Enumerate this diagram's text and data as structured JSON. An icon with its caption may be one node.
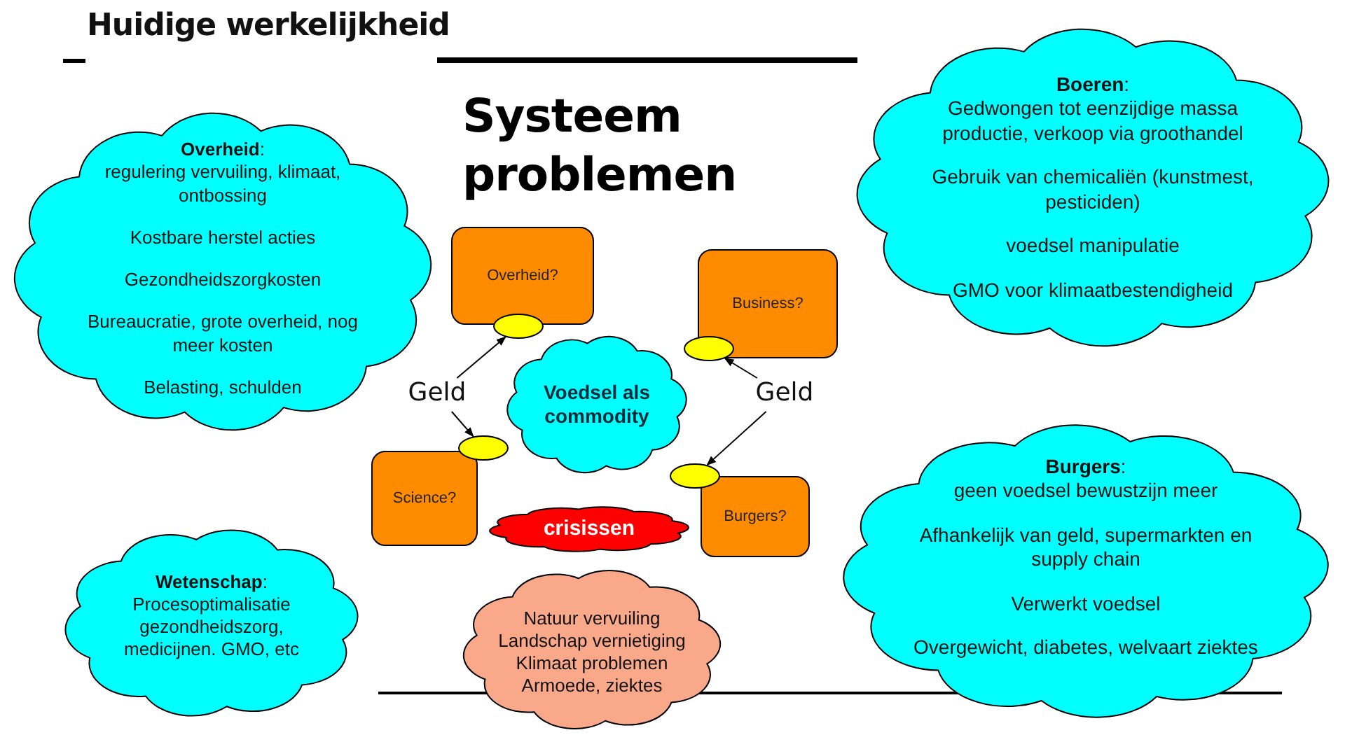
{
  "diagram": {
    "title": "Huidige werkelijkheid",
    "nodes": [
      {
        "text": [
          "**Overheid**:",
          "regulering vervuiling, klimaat, ontbossing",
          "Kostbare herstel acties",
          "Gezondheidszorgkosten",
          "Bureaucratie, grote overheid, nog meer kosten",
          "Belasting, schulden"
        ]
      },
      {
        "text": [
          "**Boeren**:",
          "Gedwongen tot eenzijdige massa productie, verkoop via groothandel",
          "Gebruik van chemicaliën (kunstmest, pesticiden)",
          "voedsel manipulatie",
          "GMO voor klimaatbestendigheid"
        ]
      },
      {
        "text": [
          "Overheid?"
        ]
      },
      {
        "text": [
          "Business?"
        ]
      },
      {
        "text": [
          "Voedsel als commodity"
        ]
      },
      {
        "text": [
          "Science?"
        ]
      },
      {
        "text": [
          "Burgers?"
        ]
      },
      {
        "text": [
          "crisissen"
        ]
      },
      {
        "text": [
          "Natuur vervuiling Landschap vernietiging Klimaat problemen Armoede, ziektes"
        ]
      },
      {
        "text": [
          "**Wetenschap**:",
          "Procesoptimalisatie gezondheidszorg, medicijnen. GMO, etc"
        ]
      },
      {
        "text": [
          "**Burgers**:",
          "geen voedsel bewustzijn meer",
          "Afhankelijk van geld, supermarkten en supply chain",
          "Verwerkt voedsel",
          "Overgewicht, diabetes, welvaart ziektes"
        ]
      },
      {
        "text": [
          "Geld"
        ]
      },
      {
        "text": [
          "Geld"
        ]
      },
      {
        "text": [],
        "shape": "ellipse"
      },
      {
        "text": [],
        "shape": "ellipse"
      },
      {
        "text": [],
        "shape": "ellipse"
      },
      {
        "text": [],
        "shape": "ellipse"
      }
    ],
    "edges": [
      {
        "from": 11,
        "to": 13,
        "arrow": "to"
      },
      {
        "from": 11,
        "to": 14,
        "arrow": "to"
      },
      {
        "from": 12,
        "to": 15,
        "arrow": "to"
      },
      {
        "from": 12,
        "to": 16,
        "arrow": "to"
      }
    ],
    "labels": [
      "Systeem problemen"
    ]
  }
}
